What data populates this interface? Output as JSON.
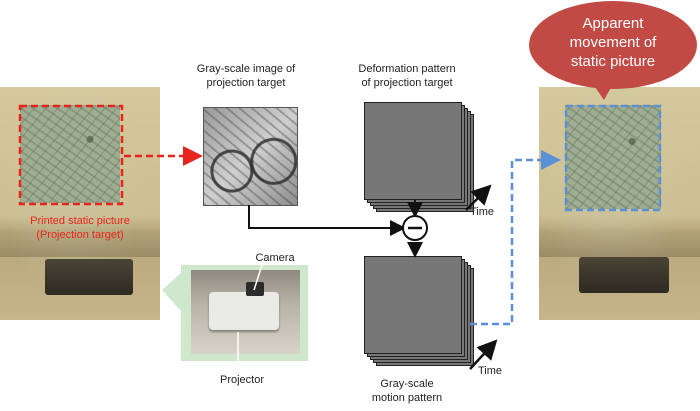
{
  "labels": {
    "grayscale_image": [
      "Gray-scale image of",
      "projection target"
    ],
    "deformation_pattern": [
      "Deformation pattern",
      "of projection target"
    ],
    "printed_static": [
      "Printed static picture",
      "(Projection target)"
    ],
    "camera": "Camera",
    "projector": "Projector",
    "motion_pattern": [
      "Gray-scale",
      "motion pattern"
    ],
    "time_top": "Time",
    "time_bottom": "Time",
    "apparent": [
      "Apparent",
      "movement of",
      "static picture"
    ],
    "minus_sign": "−"
  },
  "colors": {
    "red_dashed": "#e8251c",
    "blue_dashed": "#5b8fd6",
    "bubble": "#c14a45",
    "projector_panel": "#cfe7cc"
  }
}
